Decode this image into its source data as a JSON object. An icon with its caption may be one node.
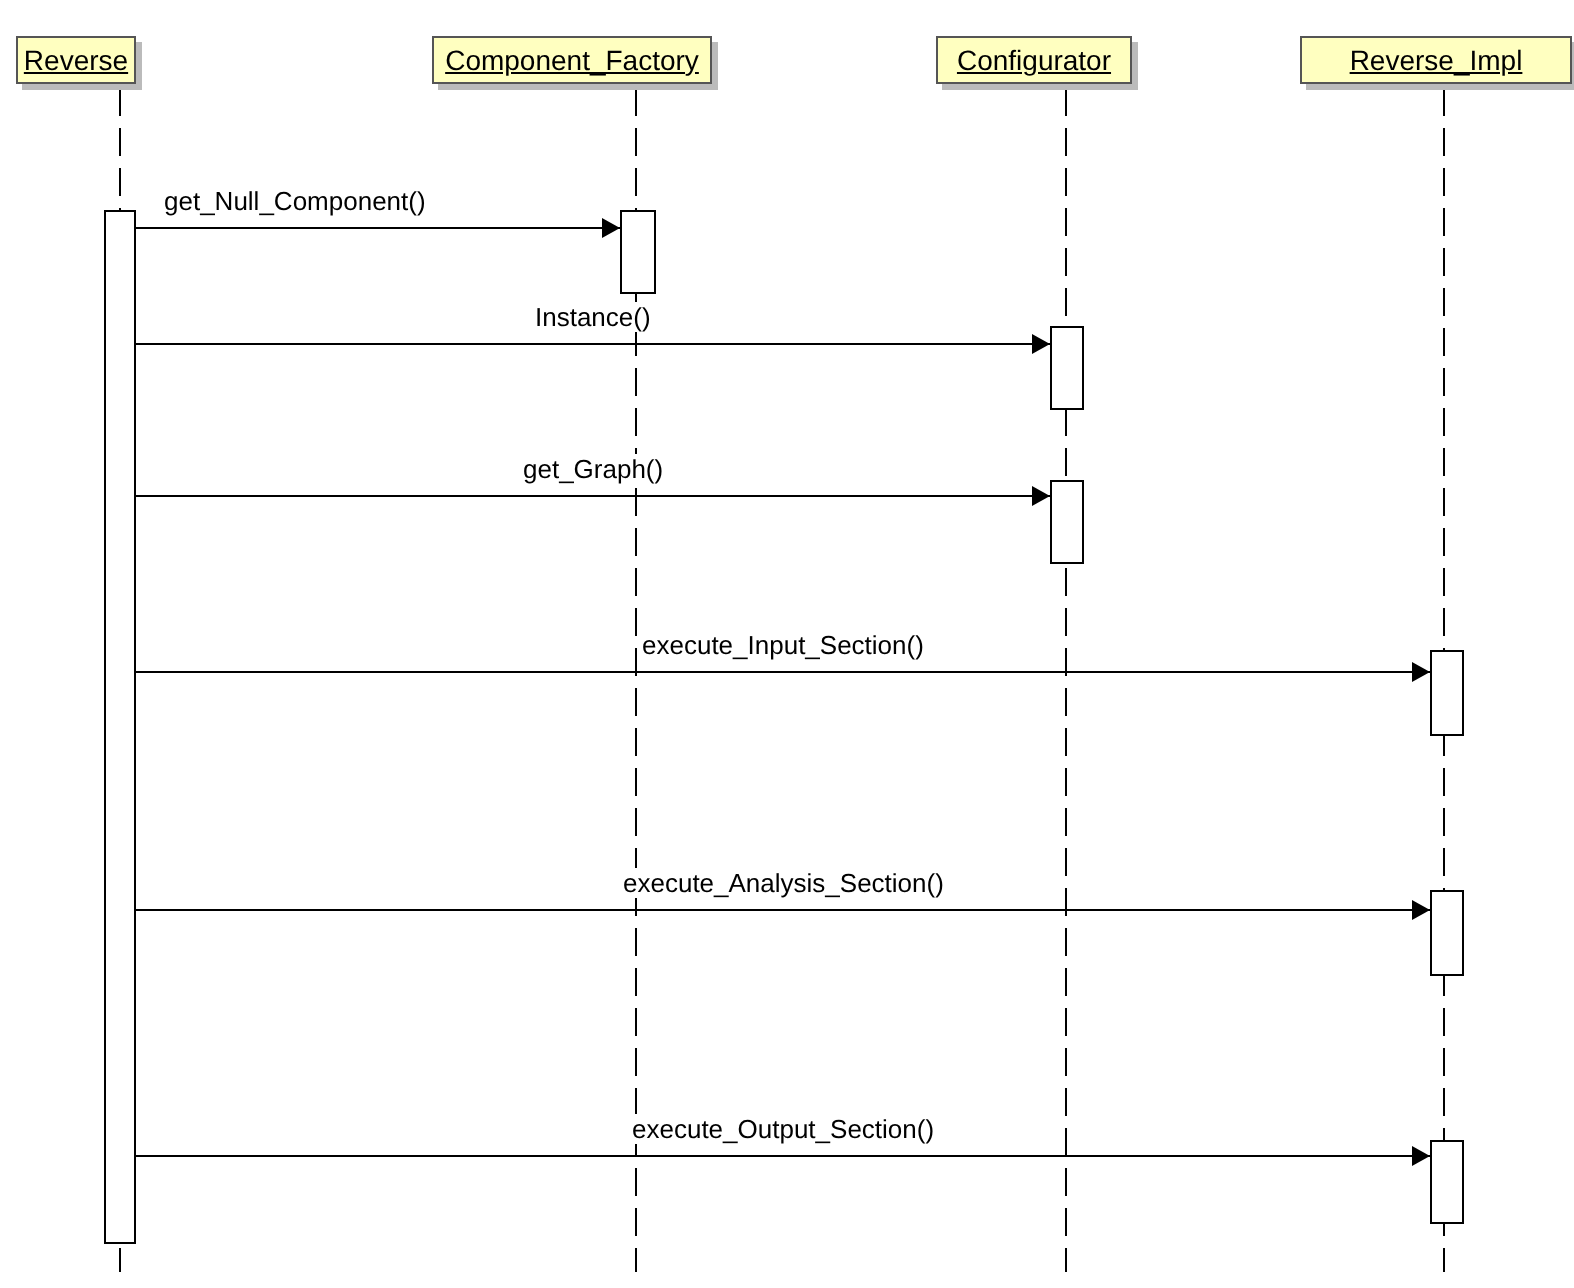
{
  "diagram": {
    "nodes": [
      {
        "text": [
          "Reverse"
        ]
      },
      {
        "text": [
          "Component_Factory"
        ]
      },
      {
        "text": [
          "Configurator"
        ]
      },
      {
        "text": [
          "Reverse_Impl"
        ]
      },
      {
        "text": [],
        "shape": "bar"
      },
      {
        "text": [],
        "shape": "bar"
      },
      {
        "text": [],
        "shape": "bar"
      },
      {
        "text": [],
        "shape": "bar"
      },
      {
        "text": [],
        "shape": "bar"
      },
      {
        "text": [],
        "shape": "bar"
      },
      {
        "text": [],
        "shape": "bar"
      }
    ],
    "edges": [
      {
        "from": 4,
        "to": 5,
        "arrow": "to",
        "label": "get_Null_Component()"
      },
      {
        "from": 4,
        "to": 6,
        "arrow": "to",
        "label": "Instance()"
      },
      {
        "from": 4,
        "to": 7,
        "arrow": "to",
        "label": "get_Graph()"
      },
      {
        "from": 4,
        "to": 8,
        "arrow": "to",
        "label": "execute_Input_Section()"
      },
      {
        "from": 4,
        "to": 9,
        "arrow": "to",
        "label": "execute_Analysis_Section()"
      },
      {
        "from": 4,
        "to": 10,
        "arrow": "to",
        "label": "execute_Output_Section()"
      }
    ]
  }
}
